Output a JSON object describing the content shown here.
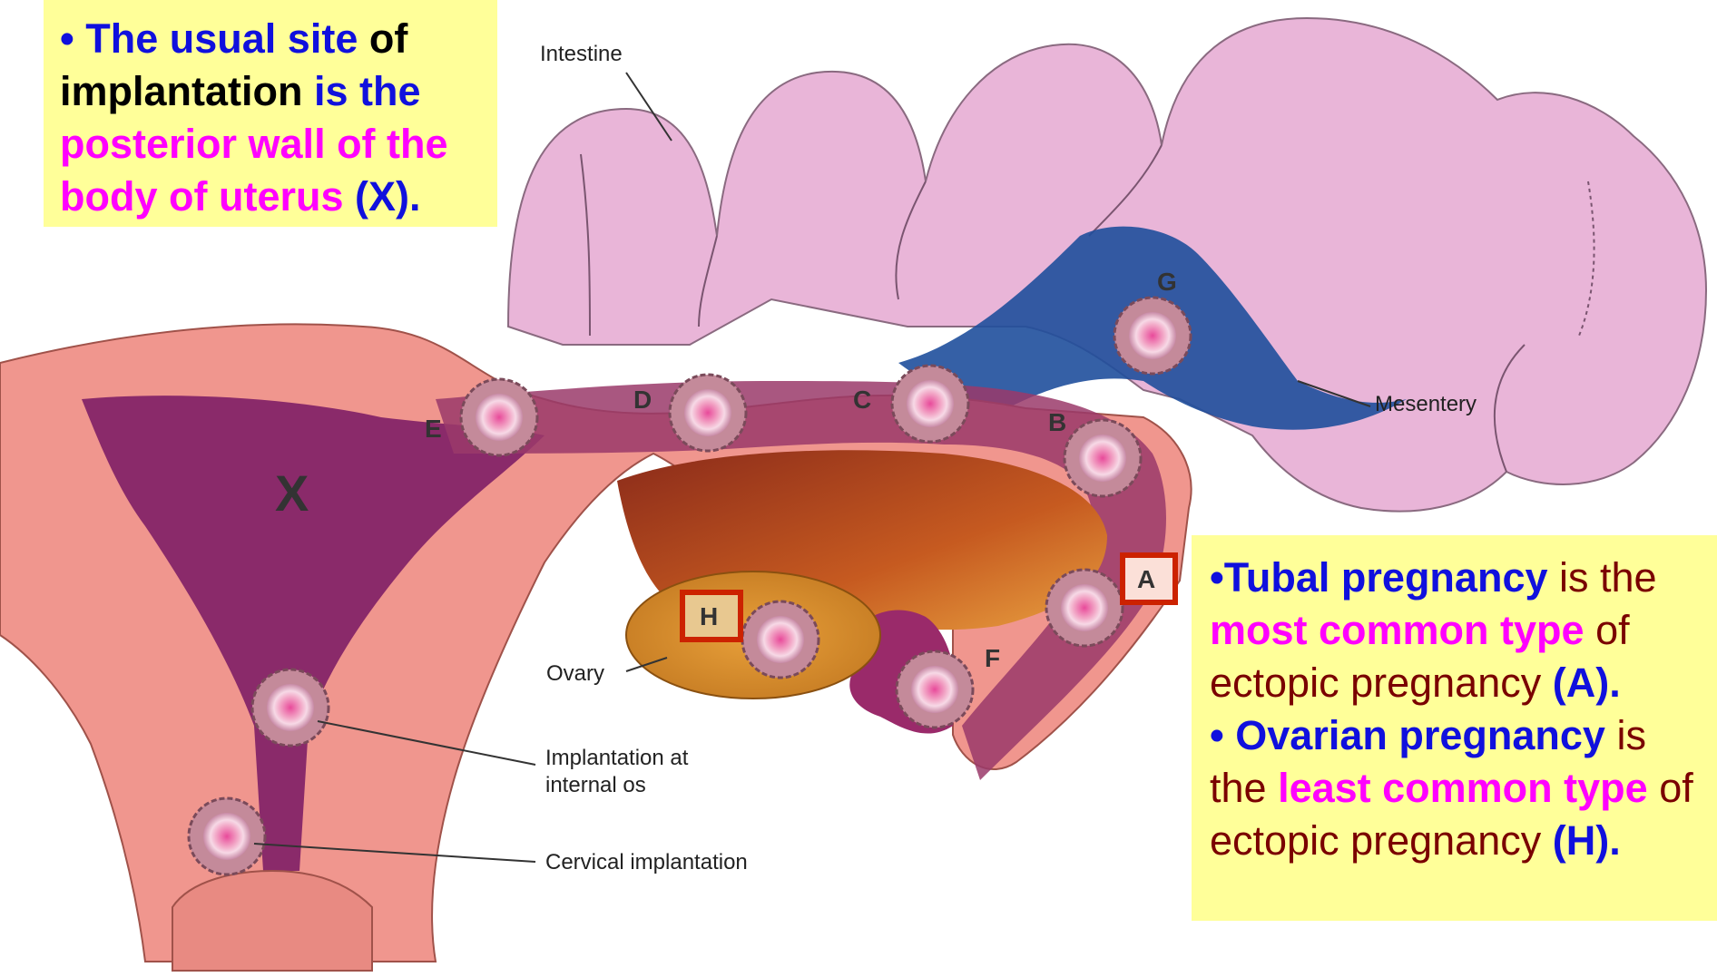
{
  "labels": {
    "intestine": "Intestine",
    "mesentery": "Mesentery",
    "ovary": "Ovary",
    "internal_os_line1": "Implantation at",
    "internal_os_line2": "internal os",
    "cervical": "Cervical implantation",
    "x": "X",
    "a": "A",
    "b": "B",
    "c": "C",
    "d": "D",
    "e": "E",
    "f": "F",
    "g": "G",
    "h": "H"
  },
  "callout_left": {
    "bullet": "• ",
    "p1": "The usual site",
    "p2": " of implantation",
    "p3": " is the",
    "p4": " posterior wall of the body of uterus",
    "p5": " (X)."
  },
  "callout_right": {
    "l1_bullet": "•",
    "l1_a": "Tubal pregnancy",
    "l1_b": " is the ",
    "l1_c": "most common type",
    "l1_d": " of ectopic pregnancy ",
    "l1_e": "(A).",
    "l2_bullet": "• ",
    "l2_a": "Ovarian pregnancy",
    "l2_b": " is the ",
    "l2_c": "least common type",
    "l2_d": " of ectopic pregnancy ",
    "l2_e": "(H)."
  },
  "colors": {
    "callout_bg": "#ffff99",
    "highlight_blue": "#1010dd",
    "highlight_magenta": "#ff00ff",
    "dark_red_text": "#7a0000",
    "intestine": "#e9b5d8",
    "mesentery": "#1f4f9c",
    "uterus": "#f0968e",
    "uterus_cavity": "#8a2a6a",
    "ovary": "#d4892a",
    "box_red": "#cc2200"
  }
}
